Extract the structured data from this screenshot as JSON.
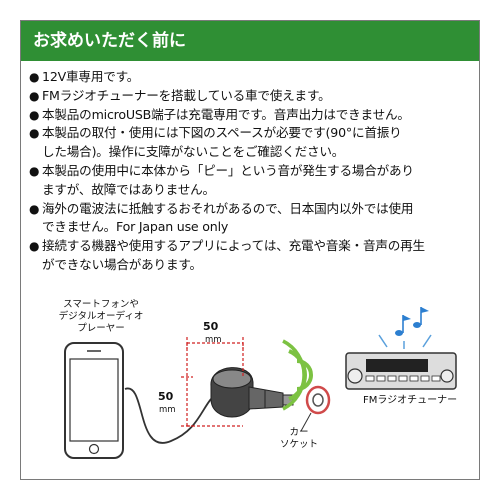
{
  "header": {
    "title": "お求めいただく前に"
  },
  "notes": {
    "bullet": "●",
    "items": [
      "12V車専用です。",
      "FMラジオチューナーを搭載している車で使えます。",
      "本製品のmicroUSB端子は充電専用です。音声出力はできません。",
      "本製品の取付・使用には下図のスペースが必要です(90°に首振り\nした場合)。操作に支障がないことをご確認ください。",
      "本製品の使用中に本体から「ピー」という音が発生する場合があり\nますが、故障ではありません。",
      "海外の電波法に抵触するおそれがあるので、日本国内以外では使用\nできません。For Japan use only",
      "接続する機器や使用するアプリによっては、充電や音楽・音声の再生\nができない場合があります。"
    ]
  },
  "diagram": {
    "player_label": "スマートフォンや\nデジタルオーディオ\nプレーヤー",
    "dim_top_value": "50",
    "dim_top_unit": "mm",
    "dim_side_value": "50",
    "dim_side_unit": "mm",
    "socket_label": "カー\nソケット",
    "radio_label": "FMラジオチューナー",
    "colors": {
      "header_bg": "#2f8f34",
      "waves": "#7cc242",
      "dimension": "#d02020",
      "music_note": "#2c7fd0"
    }
  }
}
